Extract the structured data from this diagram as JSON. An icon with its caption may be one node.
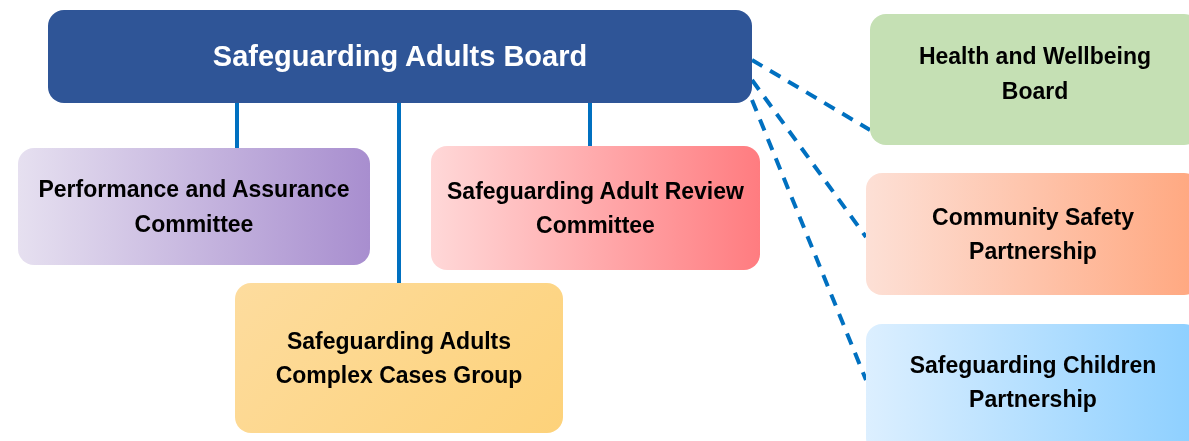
{
  "diagram": {
    "nodes": [
      {
        "text": [
          "Safeguarding Adults Board"
        ]
      },
      {
        "text": [
          "Performance and Assurance Committee"
        ]
      },
      {
        "text": [
          "Safeguarding Adult Review Committee"
        ]
      },
      {
        "text": [
          "Safeguarding Adults Complex Cases Group"
        ]
      },
      {
        "text": [
          "Health and Wellbeing Board"
        ]
      },
      {
        "text": [
          "Community Safety Partnership"
        ]
      },
      {
        "text": [
          "Safeguarding Children Partnership"
        ]
      }
    ],
    "edges": [
      {
        "from": 0,
        "to": 1,
        "arrow": "none"
      },
      {
        "from": 0,
        "to": 3,
        "arrow": "none"
      },
      {
        "from": 0,
        "to": 2,
        "arrow": "none"
      },
      {
        "from": 0,
        "to": 4,
        "arrow": "none",
        "style": "dashed"
      },
      {
        "from": 0,
        "to": 5,
        "arrow": "none",
        "style": "dashed"
      },
      {
        "from": 0,
        "to": 6,
        "arrow": "none",
        "style": "dashed"
      }
    ]
  }
}
